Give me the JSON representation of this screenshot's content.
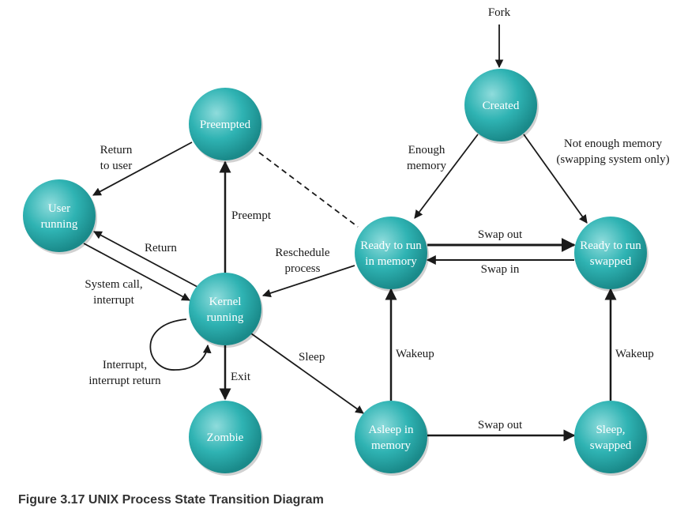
{
  "caption": "Figure 3.17 UNIX Process State Transition Diagram",
  "colors": {
    "node_light": "#8fdcdc",
    "node_mid": "#2fb3b3",
    "node_dark": "#1a8a8a",
    "edge": "#1a1a1a",
    "label": "#ffffff"
  },
  "nodes": [
    {
      "id": "created",
      "lines": [
        "Created"
      ]
    },
    {
      "id": "preempted",
      "lines": [
        "Preempted"
      ]
    },
    {
      "id": "user-running",
      "lines": [
        "User",
        "running"
      ]
    },
    {
      "id": "kernel-running",
      "lines": [
        "Kernel",
        "running"
      ]
    },
    {
      "id": "zombie",
      "lines": [
        "Zombie"
      ]
    },
    {
      "id": "ready-in-memory",
      "lines": [
        "Ready to run",
        "in memory"
      ]
    },
    {
      "id": "ready-swapped",
      "lines": [
        "Ready to run",
        "swapped"
      ]
    },
    {
      "id": "asleep-in-memory",
      "lines": [
        "Asleep in",
        "memory"
      ]
    },
    {
      "id": "sleep-swapped",
      "lines": [
        "Sleep,",
        "swapped"
      ]
    }
  ],
  "edges": [
    {
      "id": "fork",
      "from": "",
      "to": "created",
      "lines": [
        "Fork"
      ]
    },
    {
      "id": "enough-memory",
      "from": "created",
      "to": "ready-in-memory",
      "lines": [
        "Enough",
        "memory"
      ]
    },
    {
      "id": "not-enough-memory",
      "from": "created",
      "to": "ready-swapped",
      "lines": [
        "Not enough memory",
        "(swapping system only)"
      ]
    },
    {
      "id": "swap-out-ready",
      "from": "ready-in-memory",
      "to": "ready-swapped",
      "lines": [
        "Swap out"
      ]
    },
    {
      "id": "swap-in",
      "from": "ready-swapped",
      "to": "ready-in-memory",
      "lines": [
        "Swap in"
      ]
    },
    {
      "id": "preempted-link",
      "from": "preempted",
      "to": "ready-in-memory",
      "lines": []
    },
    {
      "id": "return-to-user",
      "from": "preempted",
      "to": "user-running",
      "lines": [
        "Return",
        "to user"
      ]
    },
    {
      "id": "preempt",
      "from": "kernel-running",
      "to": "preempted",
      "lines": [
        "Preempt"
      ]
    },
    {
      "id": "return",
      "from": "kernel-running",
      "to": "user-running",
      "lines": [
        "Return"
      ]
    },
    {
      "id": "system-call",
      "from": "user-running",
      "to": "kernel-running",
      "lines": [
        "System call,",
        "interrupt"
      ]
    },
    {
      "id": "interrupt-return",
      "from": "kernel-running",
      "to": "kernel-running",
      "lines": [
        "Interrupt,",
        "interrupt return"
      ]
    },
    {
      "id": "reschedule",
      "from": "ready-in-memory",
      "to": "kernel-running",
      "lines": [
        "Reschedule",
        "process"
      ]
    },
    {
      "id": "exit",
      "from": "kernel-running",
      "to": "zombie",
      "lines": [
        "Exit"
      ]
    },
    {
      "id": "sleep",
      "from": "kernel-running",
      "to": "asleep-in-memory",
      "lines": [
        "Sleep"
      ]
    },
    {
      "id": "wakeup-memory",
      "from": "asleep-in-memory",
      "to": "ready-in-memory",
      "lines": [
        "Wakeup"
      ]
    },
    {
      "id": "swap-out-sleep",
      "from": "asleep-in-memory",
      "to": "sleep-swapped",
      "lines": [
        "Swap out"
      ]
    },
    {
      "id": "wakeup-swapped",
      "from": "sleep-swapped",
      "to": "ready-swapped",
      "lines": [
        "Wakeup"
      ]
    }
  ]
}
